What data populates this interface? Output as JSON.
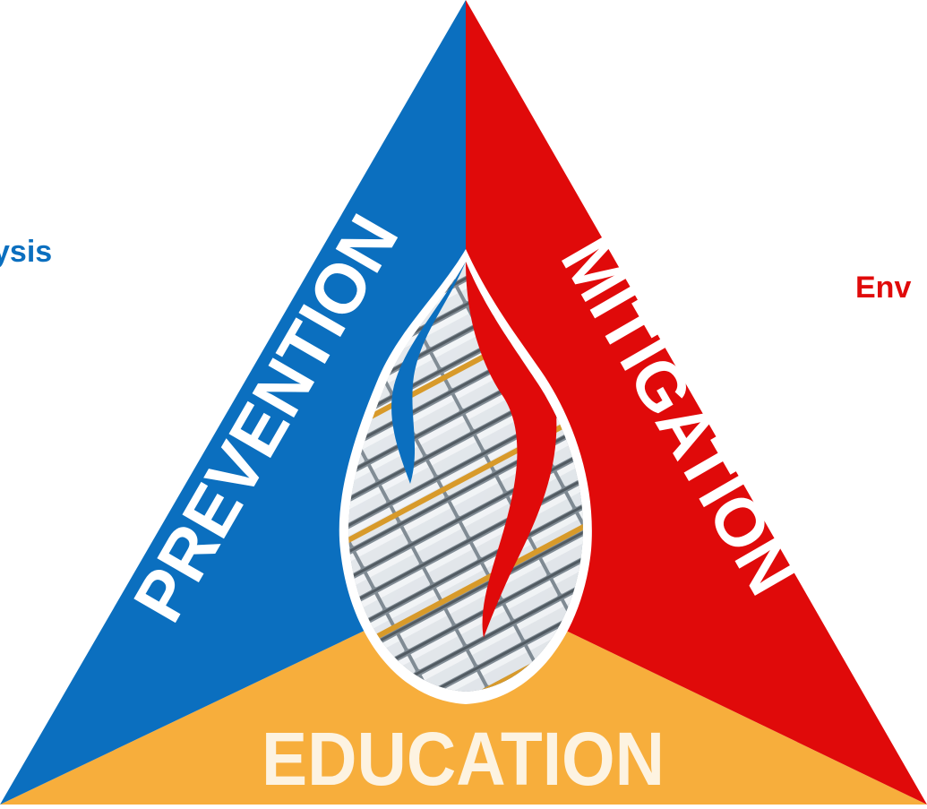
{
  "left_label": "ysis",
  "right_label": "Env",
  "segments": {
    "prevention": "PREVENTION",
    "mitigation": "MITIGATION",
    "education": "EDUCATION"
  },
  "colors": {
    "prevention": "#0b6fbf",
    "mitigation": "#e00a0a",
    "education": "#f7ae3c",
    "left_label": "#0b6fbf",
    "right_label": "#e00a0a",
    "segment_text": "#ffffff",
    "education_text": "#fdf3e1"
  },
  "center_image": {
    "icon": "flame-drop-battery-image"
  }
}
